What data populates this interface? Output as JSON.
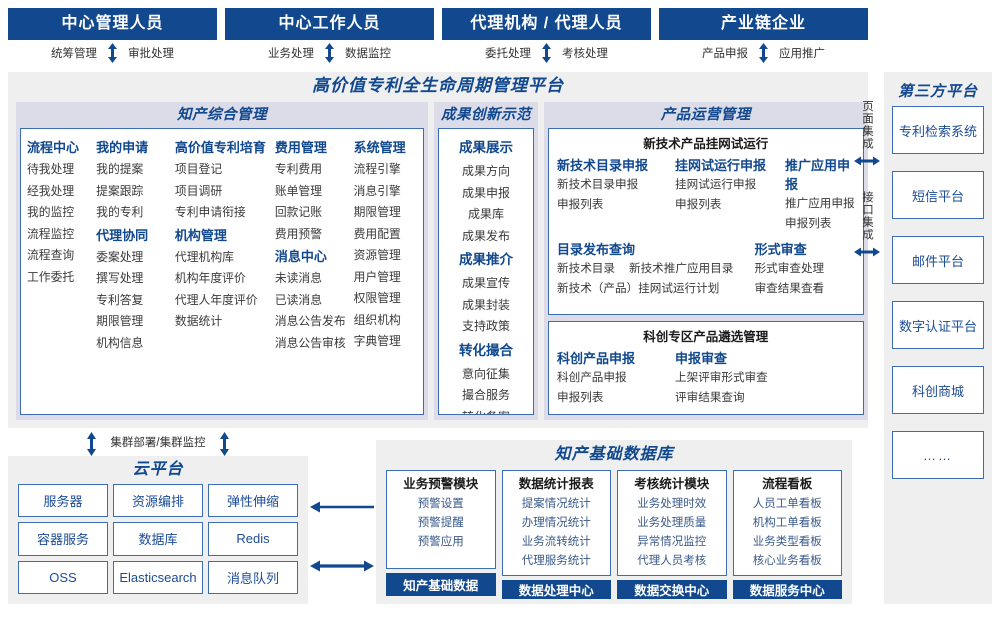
{
  "actors": [
    {
      "title": "中心管理人员",
      "flows": [
        "统筹管理",
        "审批处理"
      ]
    },
    {
      "title": "中心工作人员",
      "flows": [
        "业务处理",
        "数据监控"
      ]
    },
    {
      "title": "代理机构 / 代理人员",
      "flows": [
        "委托处理",
        "考核处理"
      ]
    },
    {
      "title": "产业链企业",
      "flows": [
        "产品申报",
        "应用推广"
      ]
    }
  ],
  "platform": {
    "title": "高价值专利全生命周期管理平台",
    "groups": {
      "zhichan": {
        "title": "知产综合管理",
        "columns": [
          {
            "header": "流程中心",
            "items": [
              "待我处理",
              "经我处理",
              "我的监控",
              "流程监控",
              "流程查询",
              "工作委托"
            ]
          },
          {
            "header": "我的申请",
            "items": [
              "我的提案",
              "提案跟踪",
              "我的专利"
            ]
          },
          {
            "header": "高价值专利培育",
            "items": [
              "项目登记",
              "项目调研",
              "专利申请衔接"
            ]
          },
          {
            "header": "费用管理",
            "items": [
              "专利费用",
              "账单管理",
              "回款记账",
              "费用预警"
            ]
          },
          {
            "header": "系统管理",
            "items": [
              "流程引擎",
              "消息引擎",
              "期限管理",
              "费用配置",
              "资源管理",
              "用户管理",
              "权限管理",
              "组织机构",
              "字典管理"
            ]
          }
        ],
        "columns2": [
          {
            "header": "代理协同",
            "items": [
              "委案处理",
              "撰写处理",
              "专利答复",
              "期限管理",
              "机构信息"
            ]
          },
          {
            "header": "机构管理",
            "items": [
              "代理机构库",
              "机构年度评价",
              "代理人年度评价",
              "数据统计"
            ]
          },
          {
            "header": "消息中心",
            "items": [
              "未读消息",
              "已读消息",
              "消息公告发布",
              "消息公告审核"
            ]
          }
        ]
      },
      "chengguo": {
        "title": "成果创新示范",
        "sections": [
          {
            "header": "成果展示",
            "items": [
              "成果方向",
              "成果申报",
              "成果库",
              "成果发布"
            ]
          },
          {
            "header": "成果推介",
            "items": [
              "成果宣传",
              "成果封装",
              "支持政策"
            ]
          },
          {
            "header": "转化撮合",
            "items": [
              "意向征集",
              "撮合服务",
              "转化备案"
            ]
          }
        ]
      },
      "chanpin": {
        "title": "产品运营管理",
        "boxes": [
          {
            "title": "新技术产品挂网试运行",
            "row1": [
              {
                "header": "新技术目录申报",
                "items": [
                  "新技术目录申报",
                  "申报列表"
                ]
              },
              {
                "header": "挂网试运行申报",
                "items": [
                  "挂网试运行申报",
                  "申报列表"
                ]
              },
              {
                "header": "推广应用申报",
                "items": [
                  "推广应用申报",
                  "申报列表"
                ]
              }
            ],
            "row2_left": {
              "header": "目录发布查询",
              "line1a": "新技术目录",
              "line1b": "新技术推广应用目录",
              "line2": "新技术（产品）挂网试运行计划"
            },
            "row2_right": {
              "header": "形式审查",
              "items": [
                "形式审查处理",
                "审查结果查看"
              ]
            }
          },
          {
            "title": "科创专区产品遴选管理",
            "row1": [
              {
                "header": "科创产品申报",
                "items": [
                  "科创产品申报",
                  "申报列表"
                ]
              },
              {
                "header": "申报审查",
                "items": [
                  "上架评审形式审查",
                  "评审结果查询"
                ]
              }
            ]
          }
        ]
      }
    }
  },
  "integration": {
    "labels": [
      "页面集成",
      "接口集成"
    ]
  },
  "third_party": {
    "title": "第三方平台",
    "items": [
      "专利检索系统",
      "短信平台",
      "邮件平台",
      "数字认证平台",
      "科创商城",
      "……"
    ]
  },
  "cluster": {
    "label": "集群部署/集群监控"
  },
  "cloud": {
    "title": "云平台",
    "cells": [
      "服务器",
      "资源编排",
      "弹性伸缩",
      "容器服务",
      "数据库",
      "Redis",
      "OSS",
      "Elasticsearch",
      "消息队列"
    ]
  },
  "database": {
    "title": "知产基础数据库",
    "columns": [
      {
        "header": "业务预警模块",
        "items": [
          "预警设置",
          "预警提醒",
          "预警应用"
        ],
        "footer": "知产基础数据"
      },
      {
        "header": "数据统计报表",
        "items": [
          "提案情况统计",
          "办理情况统计",
          "业务流转统计",
          "代理服务统计"
        ],
        "footer": "数据处理中心"
      },
      {
        "header": "考核统计模块",
        "items": [
          "业务处理时效",
          "业务处理质量",
          "异常情况监控",
          "代理人员考核"
        ],
        "footer": "数据交换中心"
      },
      {
        "header": "流程看板",
        "items": [
          "人员工单看板",
          "机构工单看板",
          "业务类型看板",
          "核心业务看板"
        ],
        "footer": "数据服务中心"
      }
    ]
  },
  "colors": {
    "brand_blue": "#11488e",
    "border_blue": "#3d6db5",
    "panel_gray": "#efefef",
    "group_lavender": "#dcdce8"
  }
}
